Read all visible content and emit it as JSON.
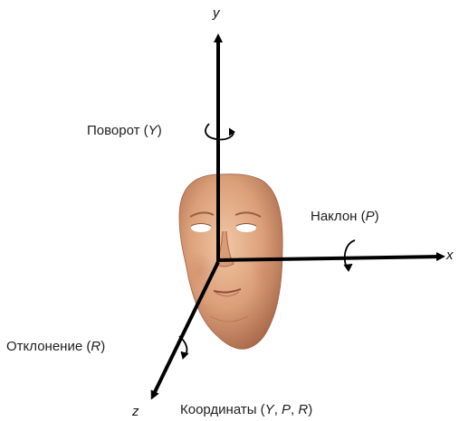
{
  "axes": {
    "y_name": "y",
    "x_name": "x",
    "z_name": "z"
  },
  "rotations": {
    "yaw": {
      "name": "Поворот",
      "symbol": "Y"
    },
    "pitch": {
      "name": "Наклон",
      "symbol": "P"
    },
    "roll": {
      "name": "Отклонение",
      "symbol": "R"
    }
  },
  "caption": {
    "prefix": "Координаты",
    "y": "Y",
    "p": "P",
    "r": "R"
  },
  "colors": {
    "axis": "#000000",
    "skin": "#d8a07a",
    "skin_shadow": "#b87a55",
    "text": "#1e1e1e"
  }
}
